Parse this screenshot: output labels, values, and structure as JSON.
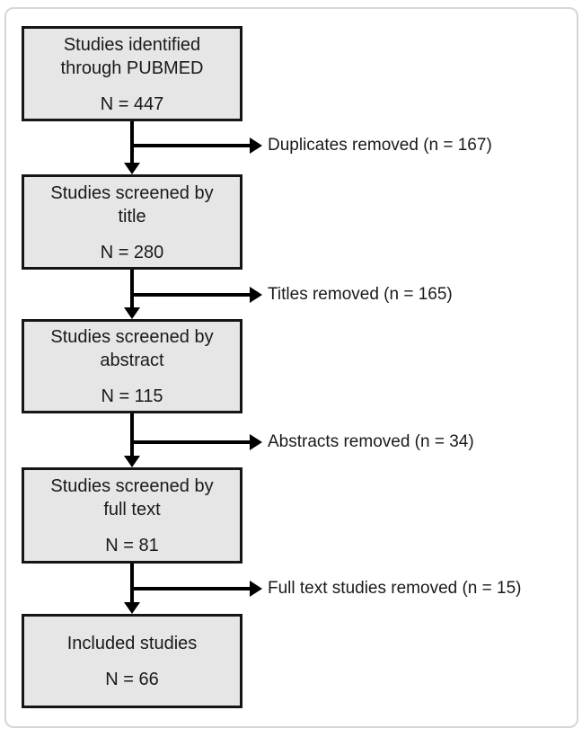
{
  "flowchart": {
    "boxes": [
      {
        "title": "Studies identified through PUBMED",
        "count": "N = 447"
      },
      {
        "title": "Studies screened by title",
        "count": "N = 280"
      },
      {
        "title": "Studies screened by abstract",
        "count": "N = 115"
      },
      {
        "title": "Studies screened by full text",
        "count": "N = 81"
      },
      {
        "title": "Included studies",
        "count": "N = 66"
      }
    ],
    "branches": [
      {
        "label": "Duplicates removed (n = 167)"
      },
      {
        "label": "Titles removed (n = 165)"
      },
      {
        "label": "Abstracts removed (n = 34)"
      },
      {
        "label": "Full text studies removed (n = 15)"
      }
    ],
    "colors": {
      "box_fill": "#e7e6e6",
      "box_border": "#151515",
      "line": "#000000",
      "frame_border": "#d6d6d6",
      "background": "#ffffff"
    }
  }
}
